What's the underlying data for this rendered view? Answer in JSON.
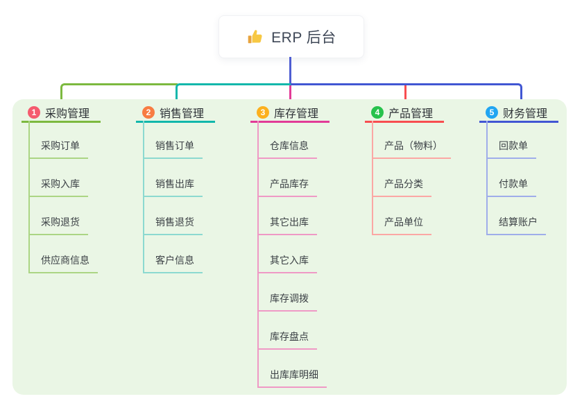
{
  "root": {
    "title": "ERP 后台",
    "icon": "thumbs-up-icon"
  },
  "branches": [
    {
      "num": "1",
      "label": "采购管理",
      "color": "#7cb93f",
      "light_color": "#abd584",
      "badge_color": "#f55b6e",
      "items": [
        "采购订单",
        "采购入库",
        "采购退货",
        "供应商信息"
      ]
    },
    {
      "num": "2",
      "label": "销售管理",
      "color": "#12b7ab",
      "light_color": "#8cd9d0",
      "badge_color": "#f87c42",
      "items": [
        "销售订单",
        "销售出库",
        "销售退货",
        "客户信息"
      ]
    },
    {
      "num": "3",
      "label": "库存管理",
      "color": "#e23b97",
      "light_color": "#ef99c5",
      "badge_color": "#fcb01e",
      "items": [
        "仓库信息",
        "产品库存",
        "其它出库",
        "其它入库",
        "库存调拨",
        "库存盘点",
        "出库库明细"
      ]
    },
    {
      "num": "4",
      "label": "产品管理",
      "color": "#f84d50",
      "light_color": "#fba7a4",
      "badge_color": "#27c24c",
      "items": [
        "产品（物料）",
        "产品分类",
        "产品单位"
      ]
    },
    {
      "num": "5",
      "label": "财务管理",
      "color": "#4156d3",
      "light_color": "#9fadea",
      "badge_color": "#21a5f2",
      "items": [
        "回款单",
        "付款单",
        "结算账户"
      ]
    }
  ],
  "colors": {
    "trunk": "#4f5ed2",
    "canvas_bg": "#eaf6e5",
    "node_bg": "#ffffff",
    "title_text": "#3e4756",
    "header_text": "#2e3237",
    "item_text": "#3b4045",
    "thumb_main": "#f7c843",
    "thumb_cuff": "#e8a33d"
  }
}
